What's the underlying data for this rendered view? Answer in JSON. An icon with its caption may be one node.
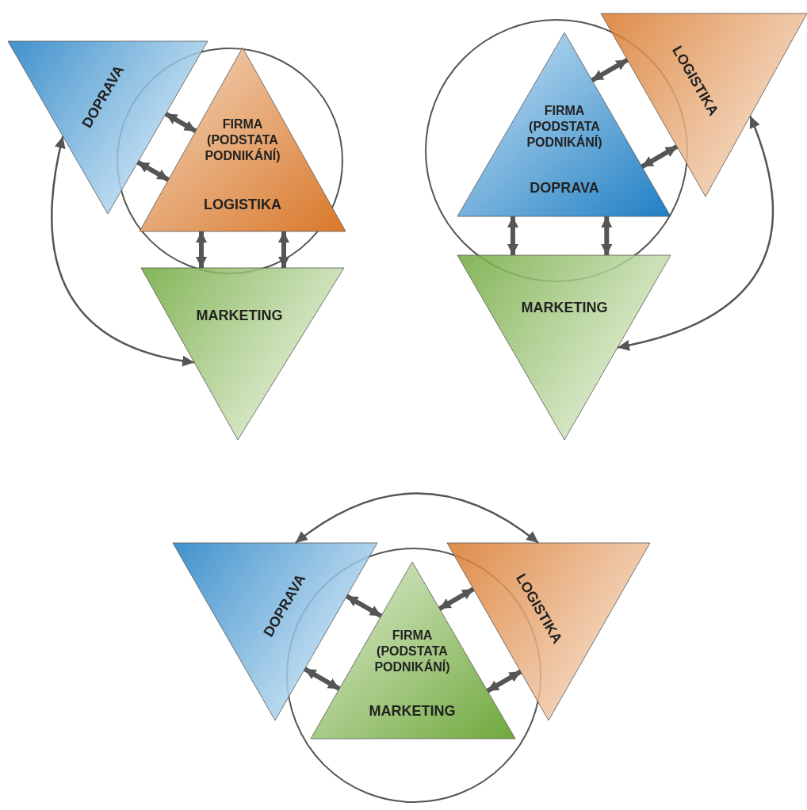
{
  "diagram": {
    "nodes": [
      {
        "text": [
          "DOPRAVA"
        ]
      },
      {
        "text": [
          "FIRMA (PODSTATA PODNIKÁNÍ)",
          "LOGISTIKA"
        ]
      },
      {
        "text": [
          "MARKETING"
        ]
      },
      {
        "text": [
          "FIRMA (PODSTATA PODNIKÁNÍ)",
          "DOPRAVA"
        ]
      },
      {
        "text": [
          "LOGISTIKA"
        ]
      },
      {
        "text": [
          "MARKETING"
        ]
      },
      {
        "text": [
          "DOPRAVA"
        ]
      },
      {
        "text": [
          "FIRMA (PODSTATA PODNIKÁNÍ)",
          "MARKETING"
        ]
      },
      {
        "text": [
          "LOGISTIKA"
        ]
      }
    ],
    "edges": [
      {
        "from": 0,
        "to": 1,
        "arrow": "both"
      },
      {
        "from": 0,
        "to": 1,
        "arrow": "both"
      },
      {
        "from": 1,
        "to": 2,
        "arrow": "both"
      },
      {
        "from": 1,
        "to": 2,
        "arrow": "both"
      },
      {
        "from": 0,
        "to": 2,
        "arrow": "both"
      },
      {
        "from": 3,
        "to": 4,
        "arrow": "both"
      },
      {
        "from": 3,
        "to": 4,
        "arrow": "both"
      },
      {
        "from": 3,
        "to": 5,
        "arrow": "both"
      },
      {
        "from": 3,
        "to": 5,
        "arrow": "both"
      },
      {
        "from": 4,
        "to": 5,
        "arrow": "both"
      },
      {
        "from": 6,
        "to": 7,
        "arrow": "both"
      },
      {
        "from": 6,
        "to": 7,
        "arrow": "both"
      },
      {
        "from": 7,
        "to": 8,
        "arrow": "both"
      },
      {
        "from": 7,
        "to": 8,
        "arrow": "both"
      },
      {
        "from": 6,
        "to": 8,
        "arrow": "both"
      }
    ]
  }
}
